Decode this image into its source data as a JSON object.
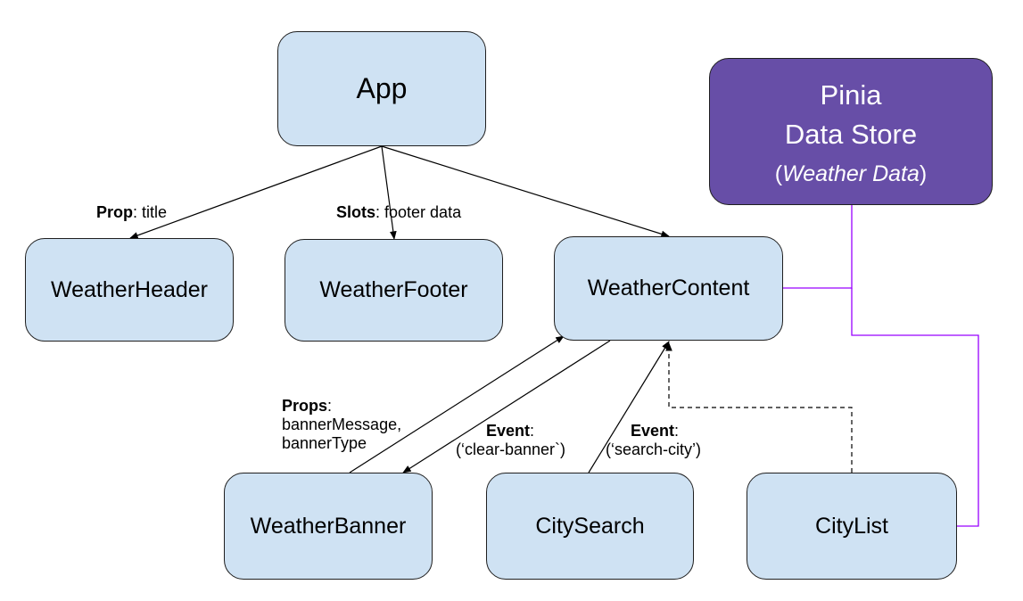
{
  "nodes": {
    "app": "App",
    "weather_header": "WeatherHeader",
    "weather_footer": "WeatherFooter",
    "weather_content": "WeatherContent",
    "weather_banner": "WeatherBanner",
    "city_search": "CitySearch",
    "city_list": "CityList",
    "pinia_store": {
      "line1": "Pinia",
      "line2": "Data Store",
      "sub_open": "(",
      "sub_italic": "Weather Data",
      "sub_close": ")"
    }
  },
  "edges": {
    "prop_title": {
      "key": "Prop",
      "rest": ": title"
    },
    "slots_footer": {
      "key": "Slots",
      "rest": ": footer data"
    },
    "props_banner": {
      "key": "Props",
      "rest": ":",
      "line2": "bannerMessage,",
      "line3": "bannerType"
    },
    "event_clear_banner": {
      "key": "Event",
      "rest": ":",
      "line2": "(‘clear-banner`)"
    },
    "event_search_city": {
      "key": "Event",
      "rest": ":",
      "line2": "(‘search-city’)"
    }
  },
  "colors": {
    "component_fill": "#cfe2f3",
    "store_fill": "#674ea7",
    "store_link": "#9900ff",
    "border": "#1f1f1f"
  }
}
